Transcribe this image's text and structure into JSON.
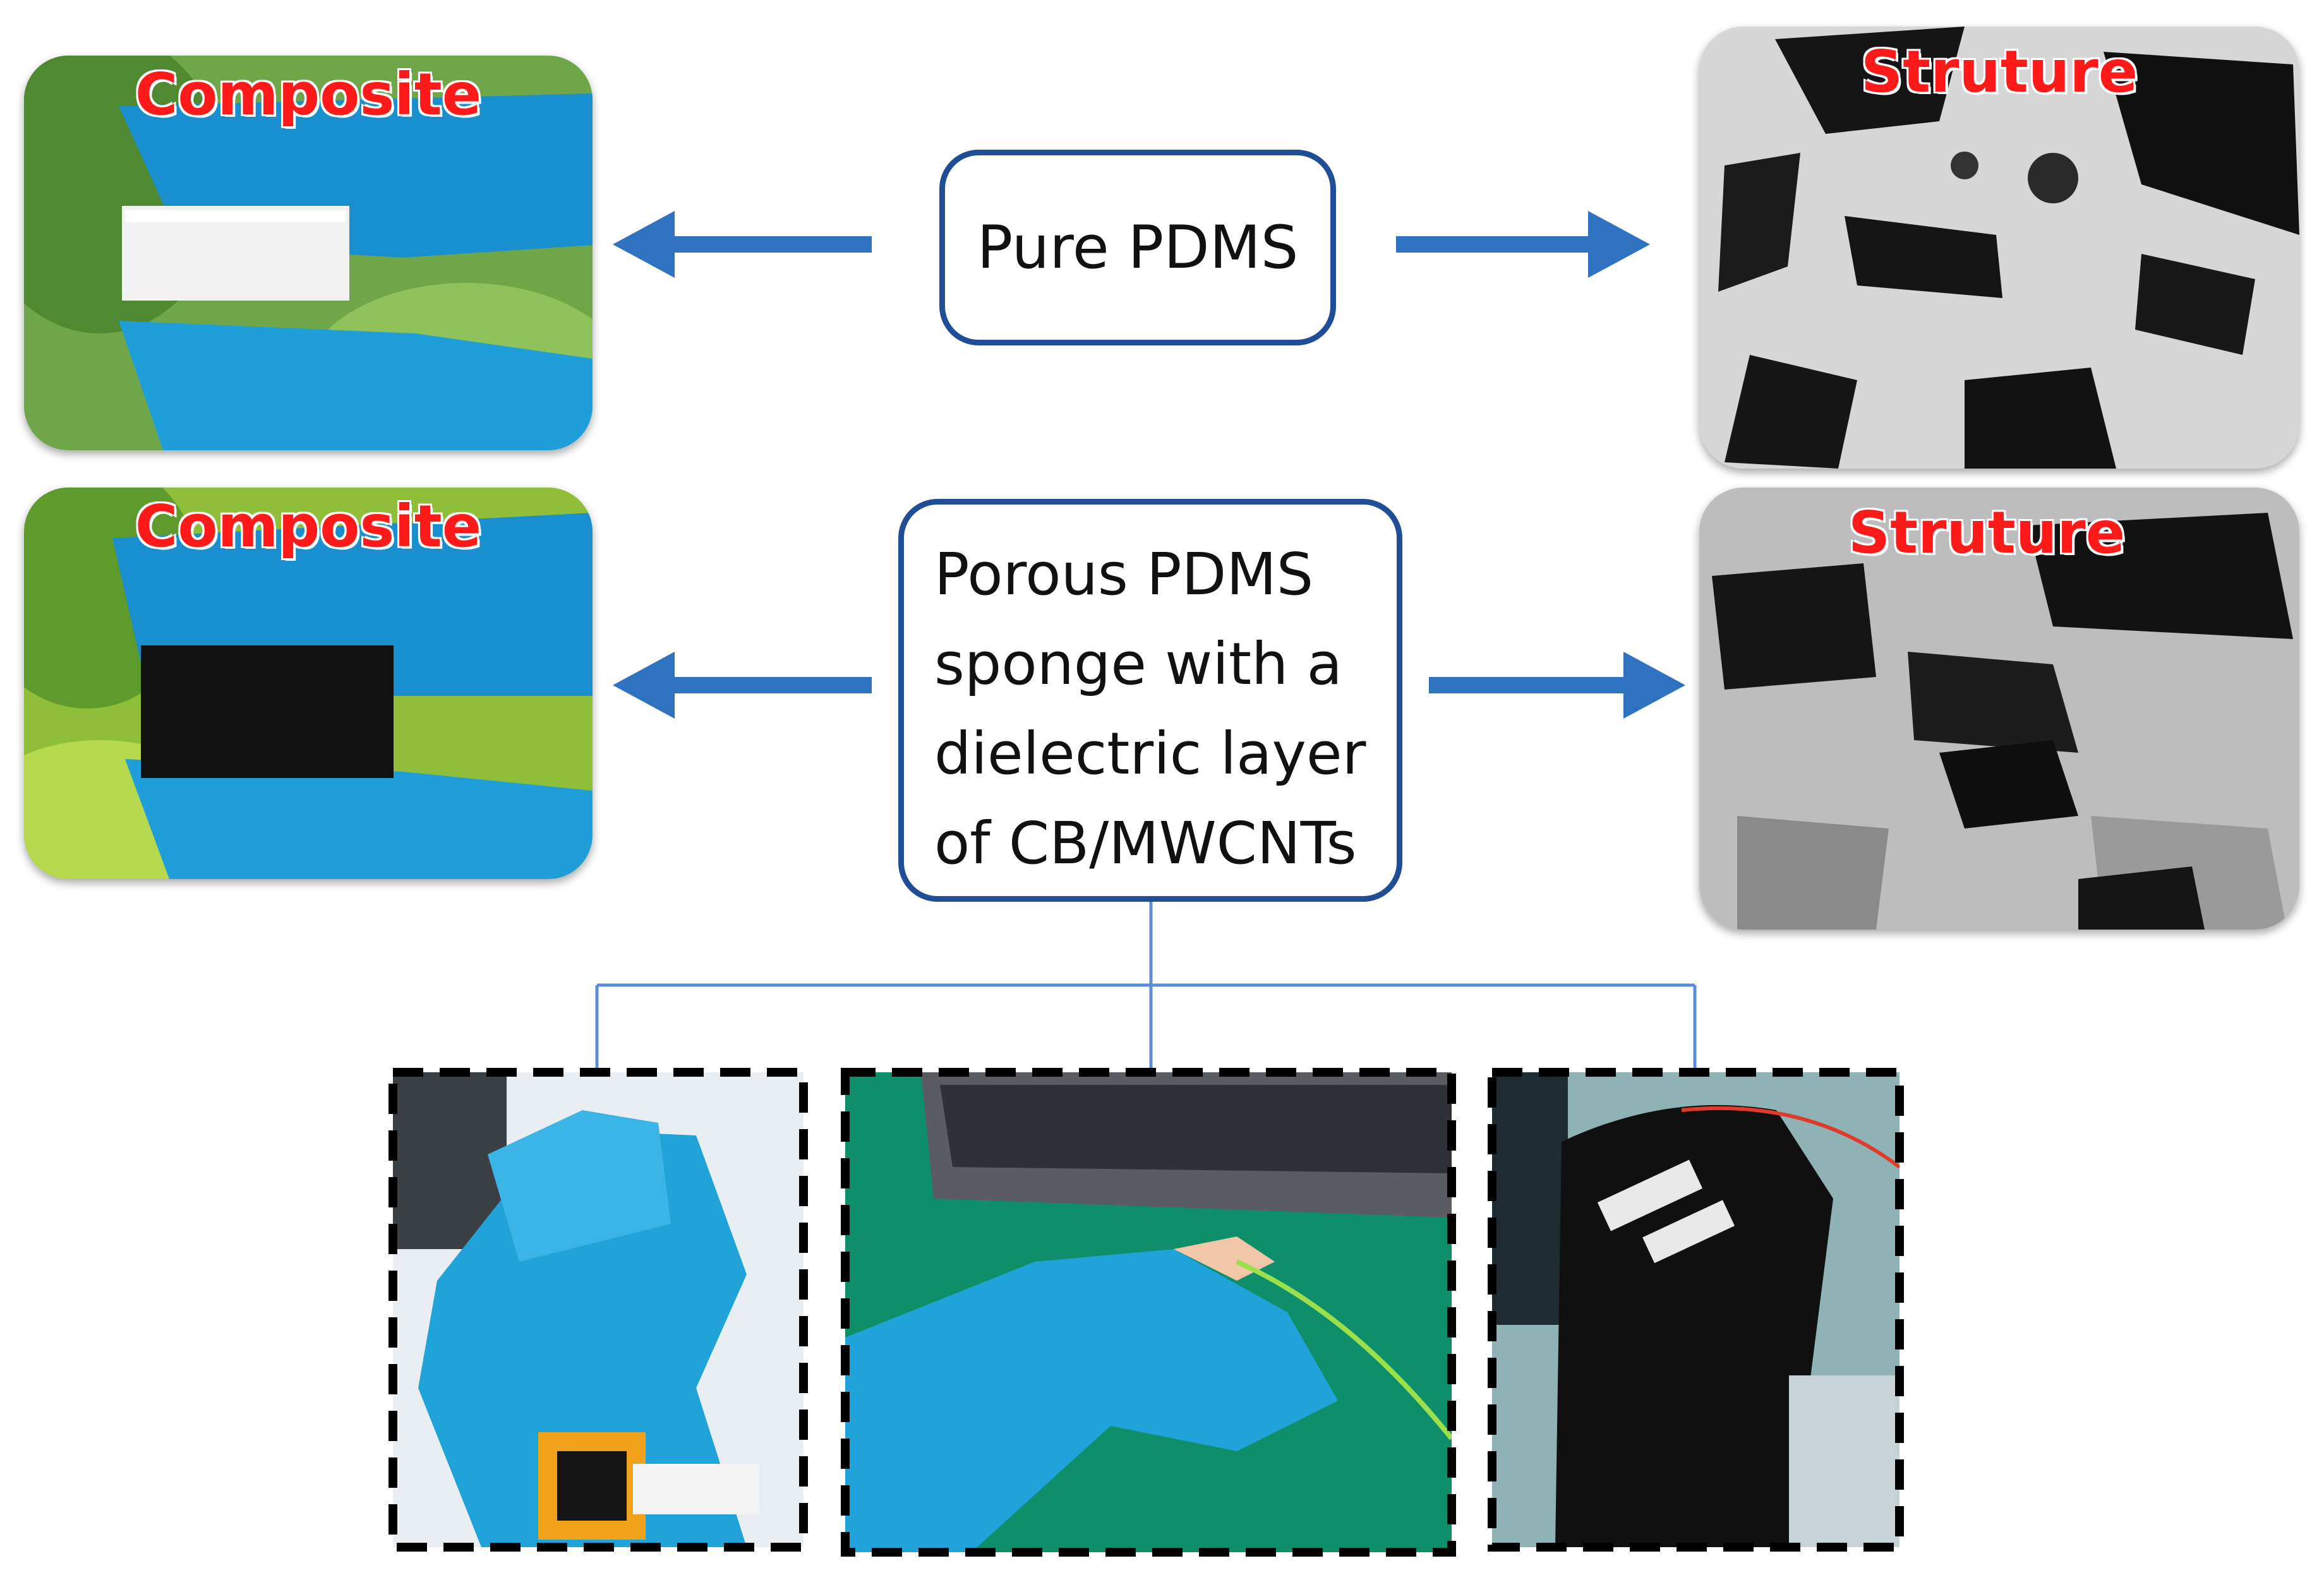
{
  "nodes": {
    "pure": "Pure PDMS",
    "porous": [
      "Porous PDMS",
      "sponge with a",
      "dielectric layer",
      "of CB/MWCNTs"
    ]
  },
  "labels": {
    "composite_top": "Composite",
    "composite_bottom": "Composite",
    "structure_top": "Struture",
    "structure_bottom": "Struture"
  },
  "colors": {
    "arrow": "#2f73c0",
    "box_border": "#1f4e96",
    "connector": "#5b8ed6",
    "label": "#ff1a1a",
    "glove": "#1fa3d8"
  },
  "icons": {
    "arrows": "block-arrow",
    "photos": "photo-placeholder"
  }
}
